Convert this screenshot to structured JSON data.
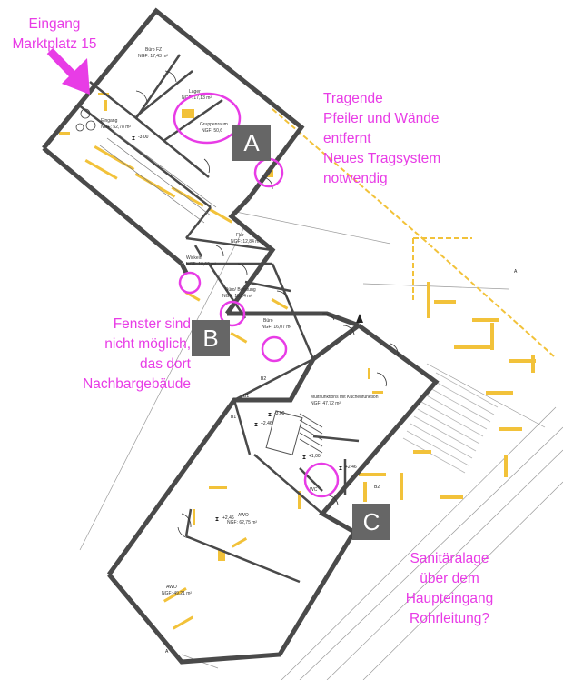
{
  "annotations": {
    "entrance": [
      "Eingang",
      "Marktplatz 15"
    ],
    "structure": [
      "Tragende",
      "Pfeiler und Wände",
      "entfernt",
      "Neues Tragsystem",
      "notwendig"
    ],
    "windows": [
      "Fenster sind",
      "nicht möglich,",
      "das dort",
      "Nachbargebäude"
    ],
    "sanitary": [
      "Sanitäralage",
      "über dem",
      "Haupteingang",
      "Rohrleitung?"
    ]
  },
  "badges": {
    "a": "A",
    "b": "B",
    "c": "C"
  },
  "rooms": {
    "buero_fz": {
      "name": "Büro FZ",
      "area": "NGF: 17,43 m²"
    },
    "lager": {
      "name": "Lager",
      "area": "NGF: 17,13 m²"
    },
    "gruppenraum": {
      "name": "Gruppenraum",
      "area": "NGF: 50,6"
    },
    "eingang": {
      "name": "Eingang",
      "area": "NGF: 52,78 m²"
    },
    "flur": {
      "name": "Flur",
      "area": "NGF: 12,84 m²"
    },
    "wickeln": {
      "name": "Wickeln",
      "area": "NGF: 10,69 m²"
    },
    "buero_beratung": {
      "name": "Büro/ Beratung",
      "area": "NGF: 15,84 m²"
    },
    "buero": {
      "name": "Büro",
      "area": "NGF: 16,07 m²"
    },
    "multifunktion": {
      "name": "Multifunktions mit Küchenfunktion",
      "area": "NGF: 47,72 m²"
    },
    "awo_upper": {
      "name": "AWO",
      "area": "NGF: 62,75 m²"
    },
    "awo_lower": {
      "name": "AWO",
      "area": "NGF: 49,21 m²"
    },
    "wc": {
      "name": "WC"
    }
  },
  "levels": {
    "l1": "-3,00",
    "l2": "+2,46",
    "l3": "-3,00",
    "l4": "+2,46",
    "l5": "+1,00",
    "l6": "+2,46"
  },
  "section_marks": [
    "A",
    "A",
    "B1",
    "B1",
    "B2",
    "B2"
  ],
  "colors": {
    "annotation": "#e83ce6",
    "badge": "#666666",
    "wall": "#4a4a4a",
    "furniture": "#f2c23a"
  }
}
